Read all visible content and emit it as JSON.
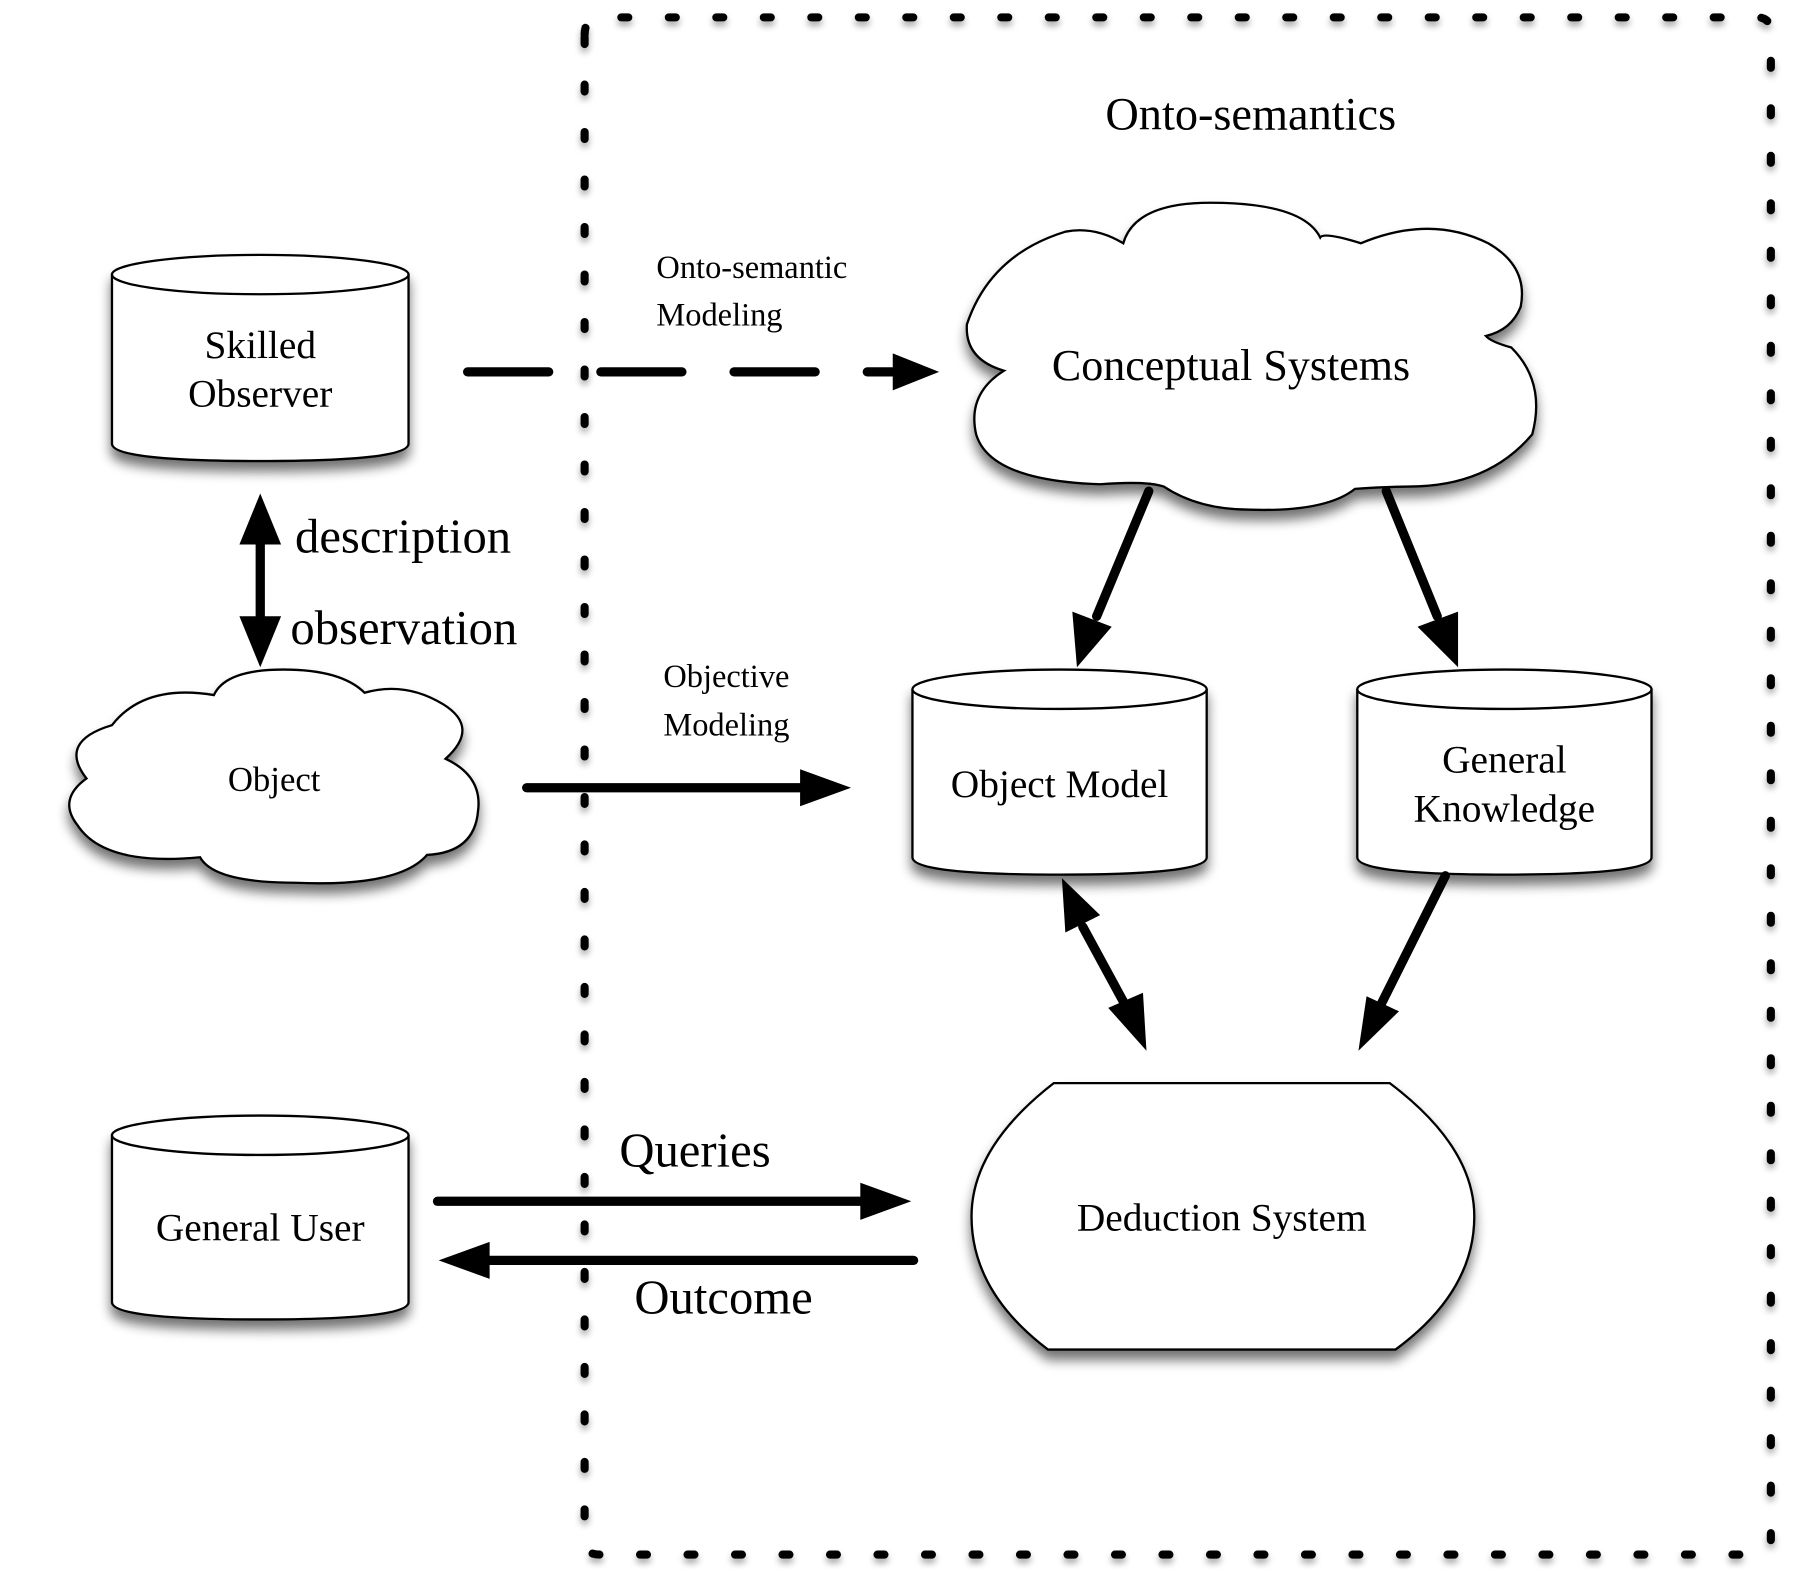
{
  "diagram": {
    "container": {
      "label": "Onto-semantics",
      "border_style": "dotted"
    },
    "nodes": {
      "skilled_observer": {
        "label_lines": [
          "Skilled",
          "Observer"
        ],
        "shape": "cylinder"
      },
      "object": {
        "label": "Object",
        "shape": "cloud"
      },
      "general_user": {
        "label": "General User",
        "shape": "cylinder"
      },
      "conceptual_systems": {
        "label": "Conceptual Systems",
        "shape": "cloud"
      },
      "object_model": {
        "label": "Object Model",
        "shape": "cylinder"
      },
      "general_knowledge": {
        "label_lines": [
          "General",
          "Knowledge"
        ],
        "shape": "cylinder"
      },
      "deduction_system": {
        "label": "Deduction System",
        "shape": "rounded-pill"
      }
    },
    "edges": {
      "onto_semantic_modeling": {
        "label_lines": [
          "Onto-semantic",
          "Modeling"
        ],
        "from": "Skilled Observer",
        "to": "Conceptual Systems",
        "style": "dashed"
      },
      "description_observation": {
        "labels": [
          "description",
          "observation"
        ],
        "from": "Skilled Observer",
        "to": "Object",
        "style": "bidirectional"
      },
      "objective_modeling": {
        "label_lines": [
          "Objective",
          "Modeling"
        ],
        "from": "Object",
        "to": "Object Model",
        "style": "solid"
      },
      "conceptual_to_object_model": {
        "from": "Conceptual Systems",
        "to": "Object Model",
        "style": "solid"
      },
      "conceptual_to_general_knowledge": {
        "from": "Conceptual Systems",
        "to": "General Knowledge",
        "style": "solid"
      },
      "object_model_deduction": {
        "from": "Object Model",
        "to": "Deduction System",
        "style": "bidirectional"
      },
      "general_knowledge_to_deduction": {
        "from": "General Knowledge",
        "to": "Deduction System",
        "style": "solid"
      },
      "queries": {
        "label": "Queries",
        "from": "General User",
        "to": "Deduction System",
        "style": "solid"
      },
      "outcome": {
        "label": "Outcome",
        "from": "Deduction System",
        "to": "General User",
        "style": "solid"
      }
    }
  }
}
